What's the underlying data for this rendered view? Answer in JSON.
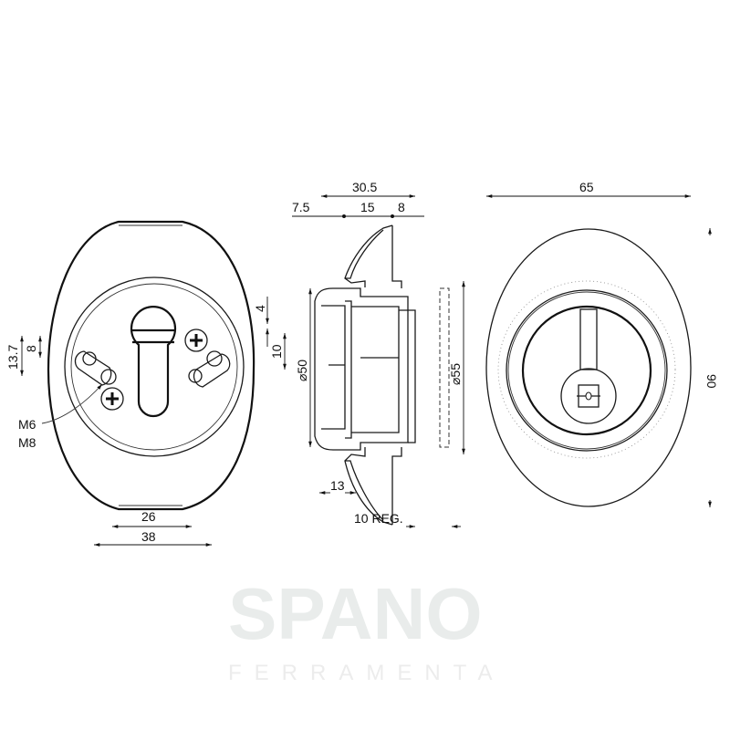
{
  "watermark": {
    "brand": "SPANO",
    "line2": "FERRAMENTA"
  },
  "front_view": {
    "labels": {
      "thread_1": "M6",
      "thread_2": "M8"
    },
    "dimensions": {
      "width_inner": "26",
      "width_outer": "38",
      "height_a": "13.7",
      "height_b": "8",
      "offset_top": "4",
      "offset_mid": "10"
    }
  },
  "side_view": {
    "dimensions": {
      "total_depth": "30.5",
      "seg_1": "7.5",
      "seg_2": "15",
      "seg_3": "8",
      "diameter_inner": "⌀50",
      "diameter_outer": "⌀55",
      "depth_front": "13",
      "adjust": "10  REG."
    }
  },
  "back_view": {
    "dimensions": {
      "width": "65",
      "height": "90"
    }
  }
}
